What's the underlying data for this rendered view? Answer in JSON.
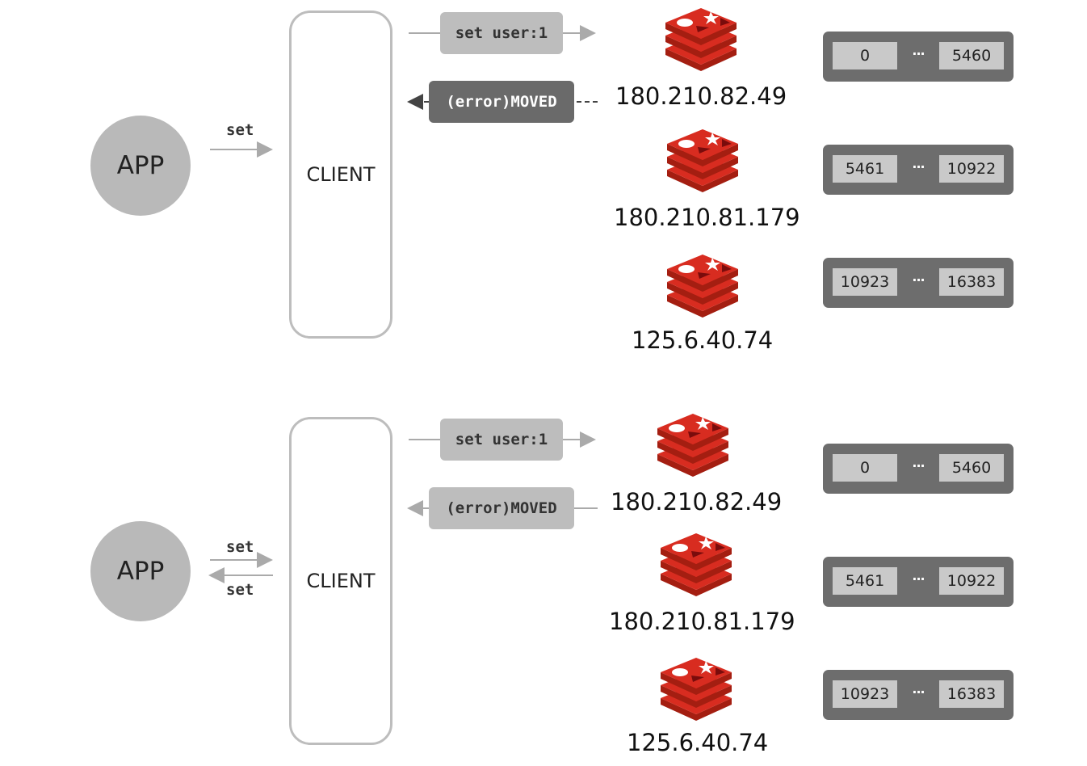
{
  "panels": [
    {
      "app": "APP",
      "client": "CLIENT",
      "request_labels": [
        "set"
      ],
      "send_message": "set user:1",
      "error_message": "(error)MOVED",
      "nodes": [
        {
          "ip": "180.210.82.49",
          "slot_start": "0",
          "slot_end": "5460"
        },
        {
          "ip": "180.210.81.179",
          "slot_start": "5461",
          "slot_end": "10922"
        },
        {
          "ip": "125.6.40.74",
          "slot_start": "10923",
          "slot_end": "16383"
        }
      ]
    },
    {
      "app": "APP",
      "client": "CLIENT",
      "request_labels": [
        "set",
        "set"
      ],
      "send_message": "set user:1",
      "error_message": "(error)MOVED",
      "nodes": [
        {
          "ip": "180.210.82.49",
          "slot_start": "0",
          "slot_end": "5460"
        },
        {
          "ip": "180.210.81.179",
          "slot_start": "5461",
          "slot_end": "10922"
        },
        {
          "ip": "125.6.40.74",
          "slot_start": "10923",
          "slot_end": "16383"
        }
      ]
    }
  ],
  "ellipsis": "···",
  "colors": {
    "redis_red": "#d82c20",
    "redis_dark": "#a41e11",
    "gray_light": "#bdbdbd",
    "gray_dark": "#6a6a6a"
  },
  "icon": "redis-logo-icon"
}
